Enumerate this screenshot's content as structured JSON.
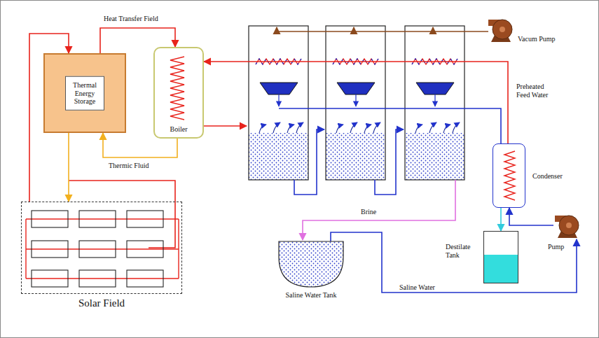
{
  "diagram": {
    "nodes": [
      {
        "text": [
          "Thermal Energy Storage"
        ]
      },
      {
        "text": [
          "Boiler"
        ]
      },
      {
        "text": [
          "Vacum Pump"
        ]
      },
      {
        "text": [
          "Condenser"
        ]
      },
      {
        "text": [
          "Pump"
        ]
      },
      {
        "text": [
          "Saline Water Tank"
        ]
      },
      {
        "text": [
          "Destilate Tank"
        ]
      },
      {
        "text": [
          "Solar Field"
        ]
      }
    ],
    "edges": [
      {
        "from": 7,
        "to": 0,
        "arrow": "to"
      },
      {
        "from": 0,
        "to": 1,
        "arrow": "to"
      },
      {
        "from": 1,
        "to": 0,
        "arrow": "to"
      },
      {
        "from": 0,
        "to": 7,
        "arrow": "to"
      },
      {
        "from": 5,
        "to": 4,
        "label": "Saline Water",
        "arrow": "to"
      },
      {
        "from": 4,
        "to": 3,
        "arrow": "to"
      },
      {
        "from": 3,
        "to": 6,
        "arrow": "to"
      },
      {
        "from": 3,
        "to": 1,
        "label": "Preheated Feed Water",
        "arrow": "to"
      }
    ],
    "labels": [
      "Heat Transfer Field",
      "Thermic Fluid",
      "Brine"
    ]
  }
}
